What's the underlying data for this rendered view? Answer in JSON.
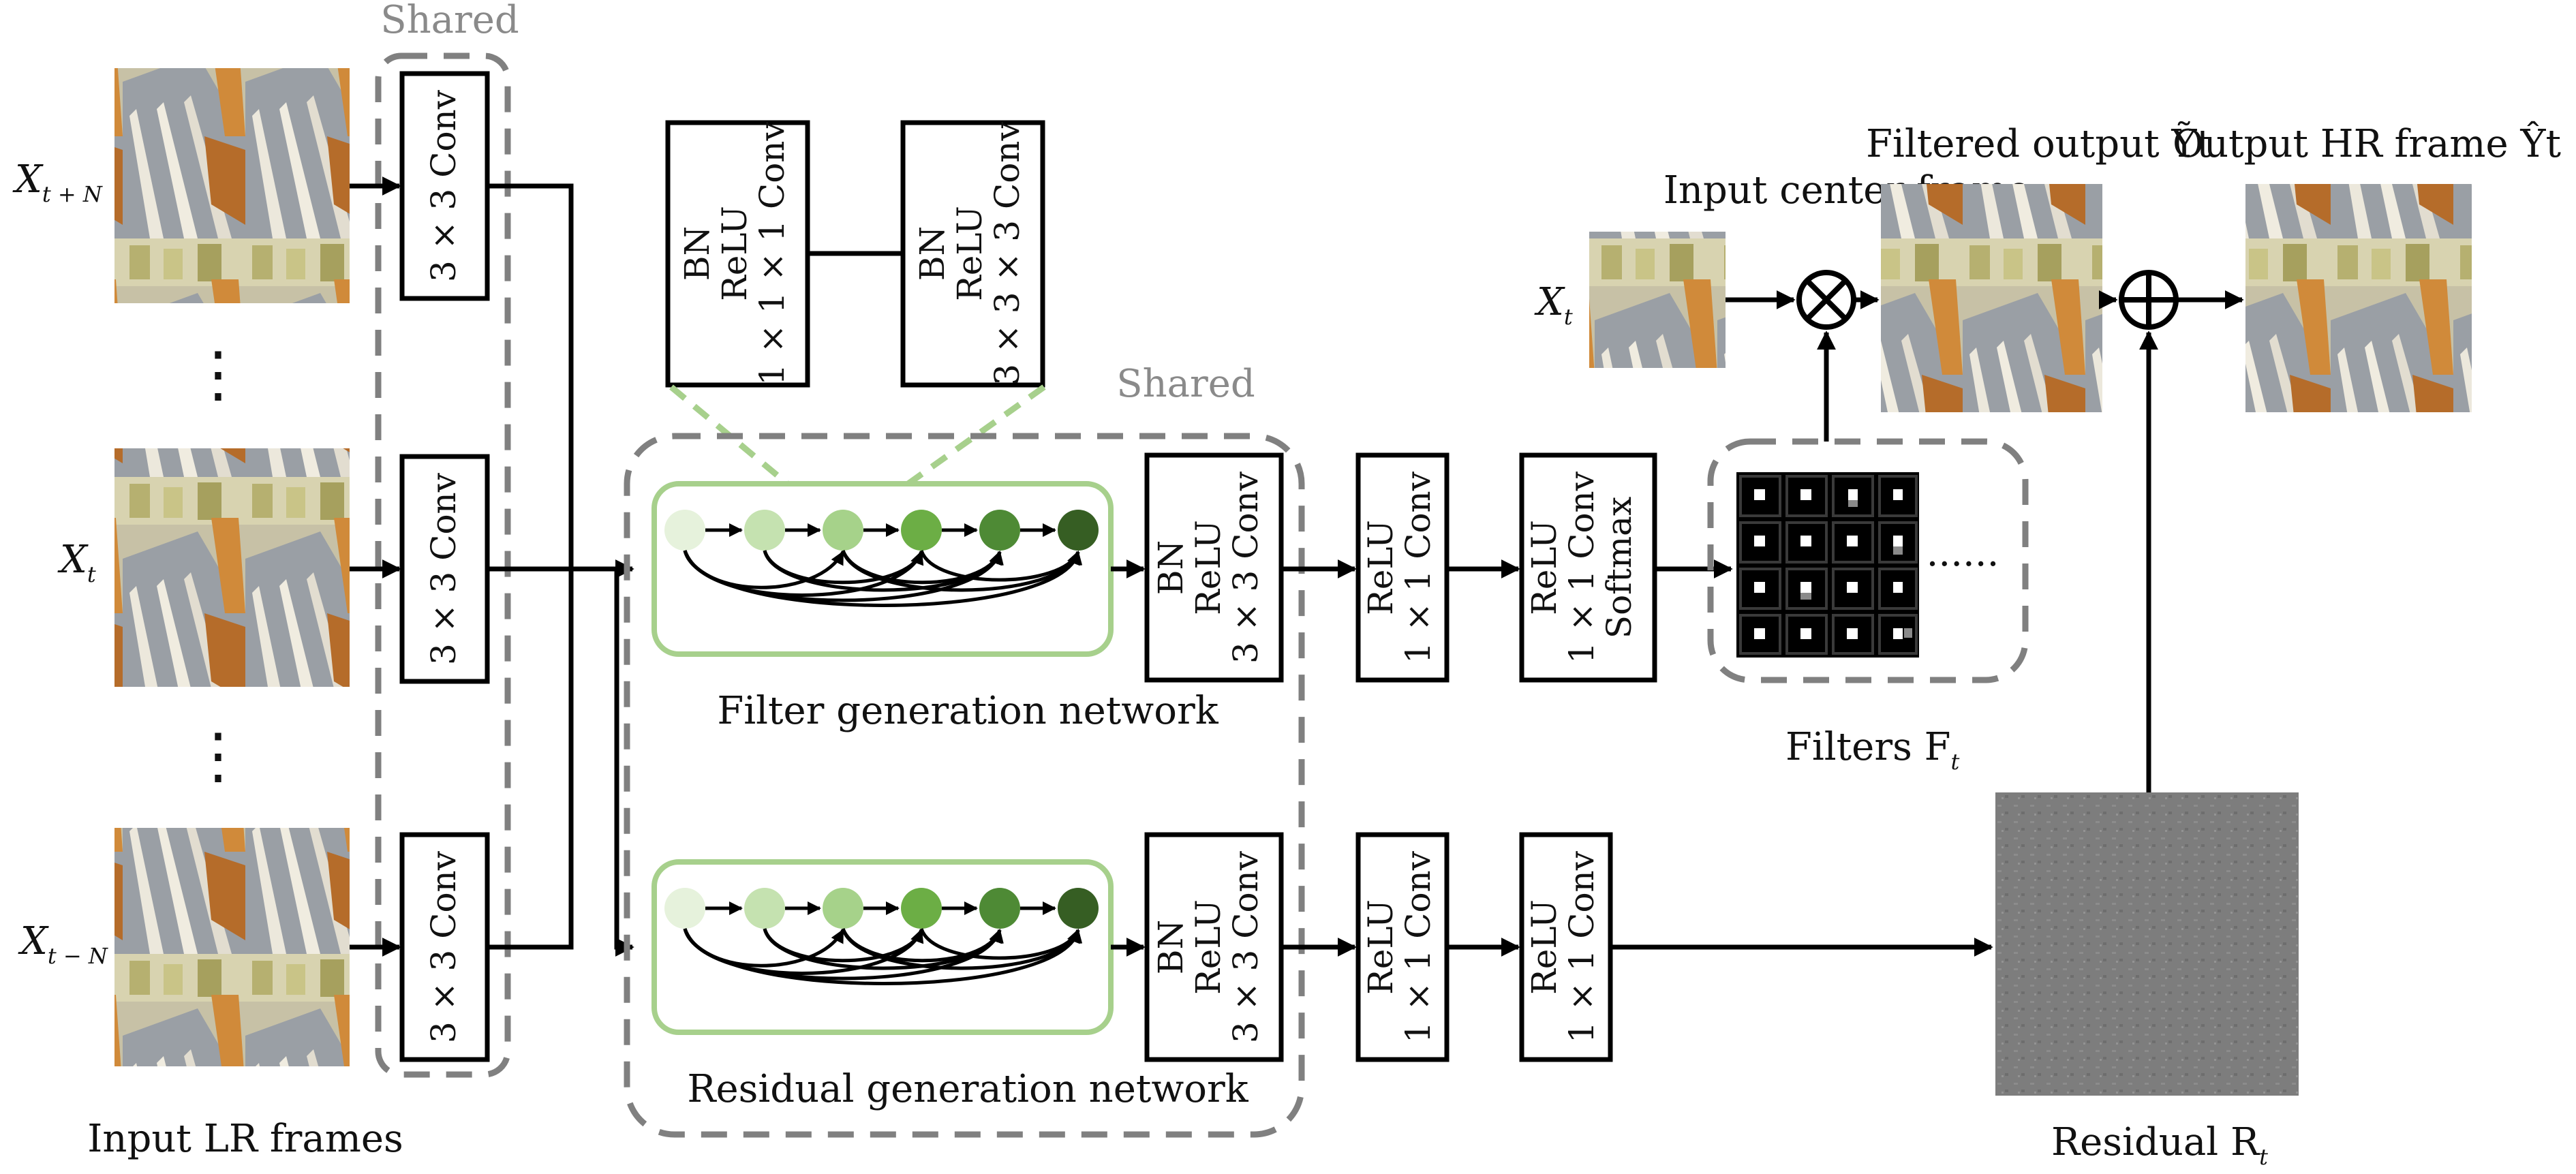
{
  "labels": {
    "shared_top": "Shared",
    "shared_mid": "Shared",
    "x_t_plus_n_base": "X",
    "x_t_plus_n_sub": "t + N",
    "x_t_base": "X",
    "x_t_sub": "t",
    "x_t_minus_n_base": "X",
    "x_t_minus_n_sub": "t − N",
    "input_lr_frames": "Input LR frames",
    "dots": "⋮",
    "filter_net": "Filter generation network",
    "residual_net": "Residual generation network",
    "input_center_frame": "Input center frame",
    "xt_center_base": "X",
    "xt_center_sub": "t",
    "filtered_output": "Filtered output  Ỹt",
    "output_hr": "Output HR frame  Ŷt",
    "filters_base": "Filters F",
    "filters_sub": "t",
    "residual_base": "Residual R",
    "residual_sub": "t",
    "ellipsis": "......"
  },
  "conv_boxes": {
    "shared_conv": "3 × 3 Conv",
    "dense_l1": "BN",
    "dense_l2": "ReLU",
    "dense_l3_a": "1 × 1 × 1 Conv",
    "dense_l3_b": "3 × 3 × 3 Conv",
    "bn_relu_l1": "BN",
    "bn_relu_l2": "ReLU",
    "bn_relu_l3": "3 × 3 Conv",
    "relu": "ReLU",
    "conv1x1": "1 × 1 Conv",
    "softmax": "Softmax"
  },
  "colors": {
    "green_shades": [
      "#e6f2dc",
      "#c5e2b0",
      "#a6d28a",
      "#6cae45",
      "#4e8a35",
      "#365e23"
    ],
    "green_border": "#a7d08c",
    "dash_gray": "#808080"
  }
}
